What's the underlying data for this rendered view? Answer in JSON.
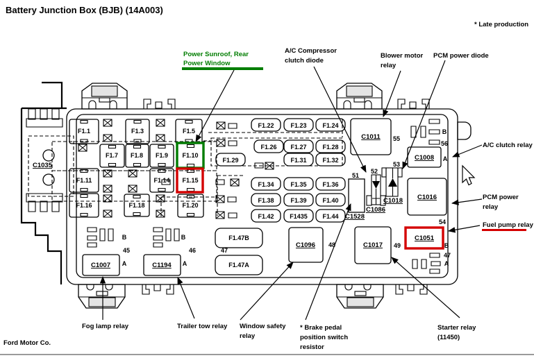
{
  "header": {
    "title": "Battery Junction Box (BJB) (14A003)",
    "note": "* Late production"
  },
  "footer": {
    "company": "Ford Motor Co."
  },
  "fuses": {
    "f1_1": "F1.1",
    "f1_3": "F1.3",
    "f1_5": "F1.5",
    "f1_7": "F1.7",
    "f1_8": "F1.8",
    "f1_9": "F1.9",
    "f1_10": "F1.10",
    "f1_11": "F1.11",
    "f1_14": "F1.14",
    "f1_15": "F1.15",
    "f1_16": "F1.16",
    "f1_18": "F1.18",
    "f1_20": "F1.20",
    "f1_22": "F1.22",
    "f1_23": "F1.23",
    "f1_24": "F1.24",
    "f1_26": "F1.26",
    "f1_27": "F1.27",
    "f1_28": "F1.28",
    "f1_29": "F1.29",
    "f1_31": "F1.31",
    "f1_32": "F1.32",
    "f1_34": "F1.34",
    "f1_35": "F1.35",
    "f1_36": "F1.36",
    "f1_38": "F1.38",
    "f1_39": "F1.39",
    "f1_40": "F1.40",
    "f1_42": "F1.42",
    "f1435": "F1435",
    "f1_44": "F1.44",
    "f1_47b": "F1.47B",
    "f1_47a": "F1.47A"
  },
  "connectors": {
    "c1035": "C1035",
    "c1007": "C1007",
    "c1194": "C1194",
    "c1096": "C1096",
    "c1017": "C1017",
    "c1051": "C1051",
    "c1011": "C1011",
    "c1008": "C1008",
    "c1016": "C1016",
    "c1528": "C1528",
    "c1086": "C1086",
    "c1018": "C1018"
  },
  "pins": {
    "n45": "45",
    "n46": "46",
    "n47": "47",
    "n48": "48",
    "n49": "49",
    "n51": "51",
    "n52": "52",
    "n53": "53",
    "n54": "54",
    "n55": "55",
    "n56": "56",
    "a": "A",
    "b": "B"
  },
  "callouts": {
    "power_sunroof_1": "Power Sunroof, Rear",
    "power_sunroof_2": "Power Window",
    "ac_compressor_1": "A/C Compressor",
    "ac_compressor_2": "clutch diode",
    "blower_1": "Blower motor",
    "blower_2": "relay",
    "pcm_diode": "PCM power diode",
    "ac_clutch": "A/C clutch relay",
    "pcm_relay_1": "PCM power",
    "pcm_relay_2": "relay",
    "fuel_pump": "Fuel pump relay",
    "fog_lamp": "Fog lamp relay",
    "trailer_tow": "Trailer tow relay",
    "window_safety_1": "Window safety",
    "window_safety_2": "relay",
    "brake_1": "* Brake pedal",
    "brake_2": "position switch",
    "brake_3": "resistor",
    "starter_1": "Starter relay",
    "starter_2": "(11450)"
  },
  "colors": {
    "highlight_green": "#007d00",
    "highlight_red": "#d40000",
    "rule_gray": "#9a9a9a"
  }
}
